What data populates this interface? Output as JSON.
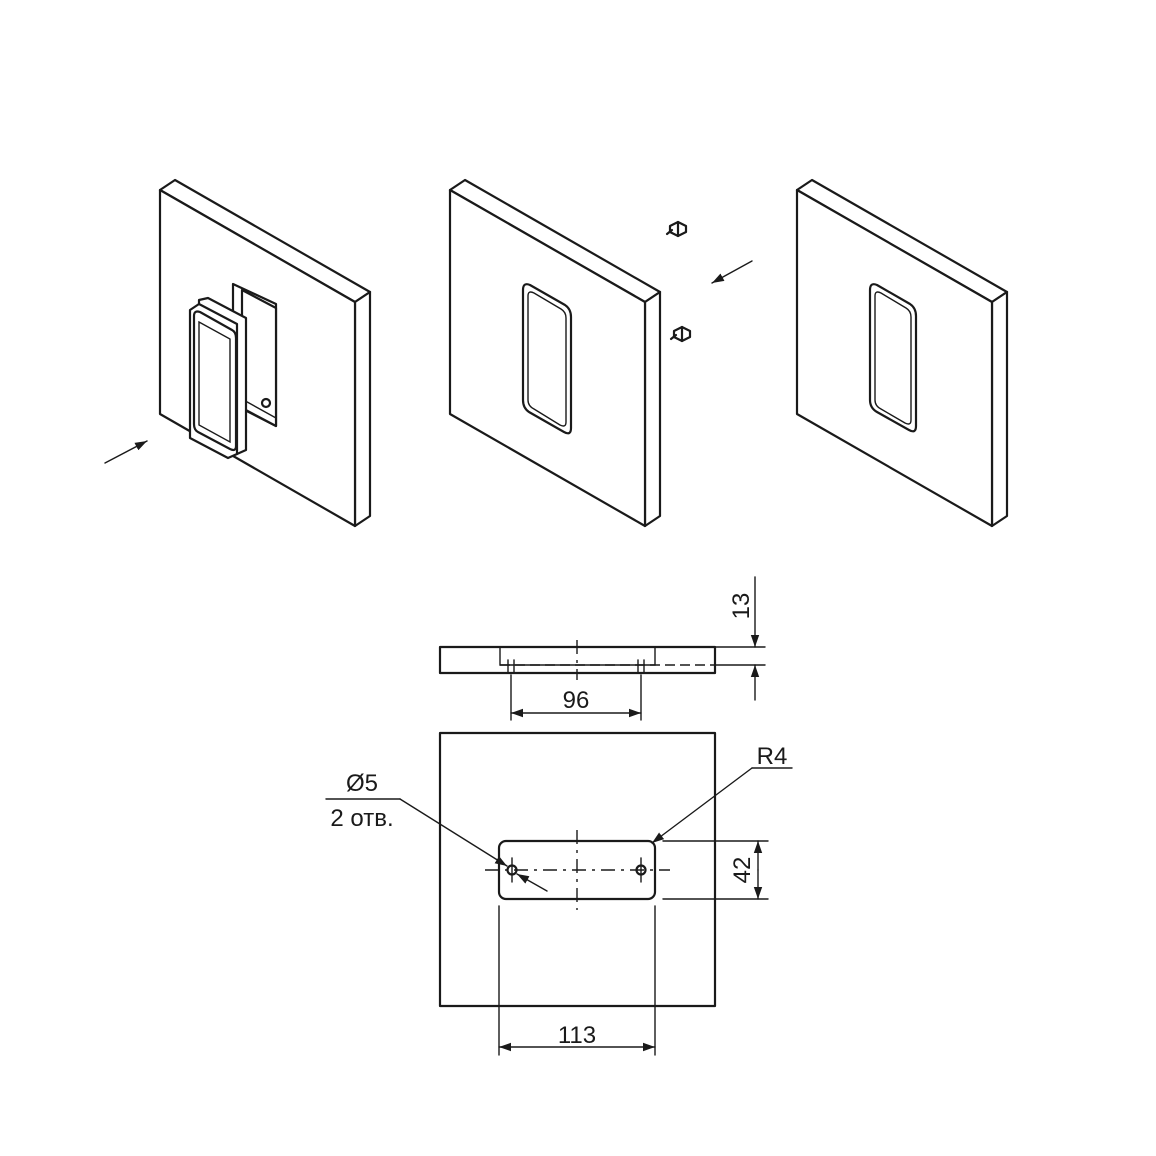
{
  "dimensions": {
    "hole_spacing": "96",
    "plate_thickness": "13",
    "hole_diameter": "Ø5",
    "hole_count": "2 отв.",
    "corner_radius": "R4",
    "cutout_height": "42",
    "cutout_width": "113"
  }
}
